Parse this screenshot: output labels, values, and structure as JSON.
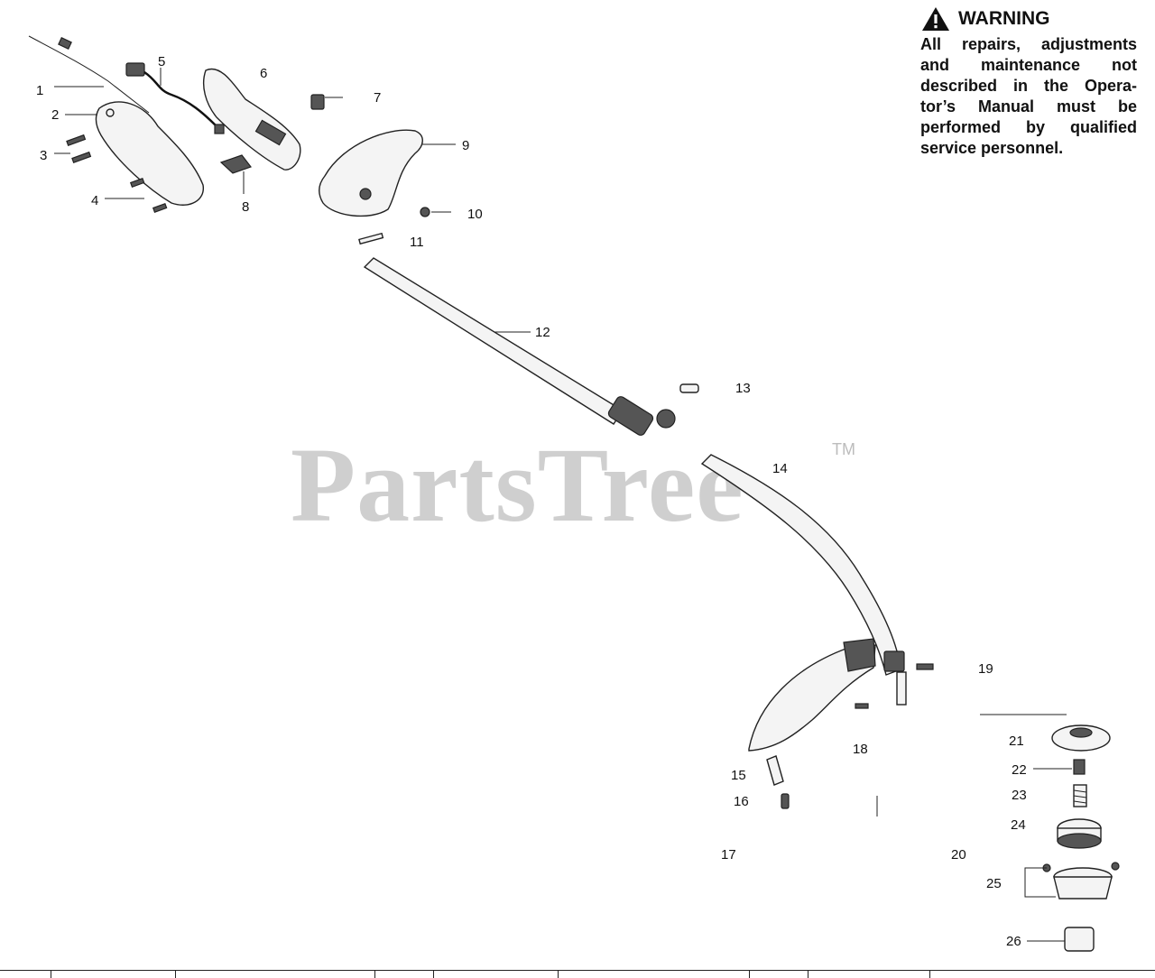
{
  "warning": {
    "title": "WARNING",
    "lines": [
      "All repairs, adjustments",
      "and maintenance not",
      "described in the Opera-",
      "tor’s Manual must be",
      "performed by qualified",
      "service personnel."
    ]
  },
  "watermark": {
    "text": "PartsTree",
    "trademark": "TM"
  },
  "callouts": [
    "1",
    "2",
    "3",
    "4",
    "5",
    "6",
    "7",
    "8",
    "9",
    "10",
    "11",
    "12",
    "13",
    "14",
    "15",
    "16",
    "17",
    "18",
    "19",
    "20",
    "21",
    "22",
    "23",
    "24",
    "25",
    "26"
  ]
}
